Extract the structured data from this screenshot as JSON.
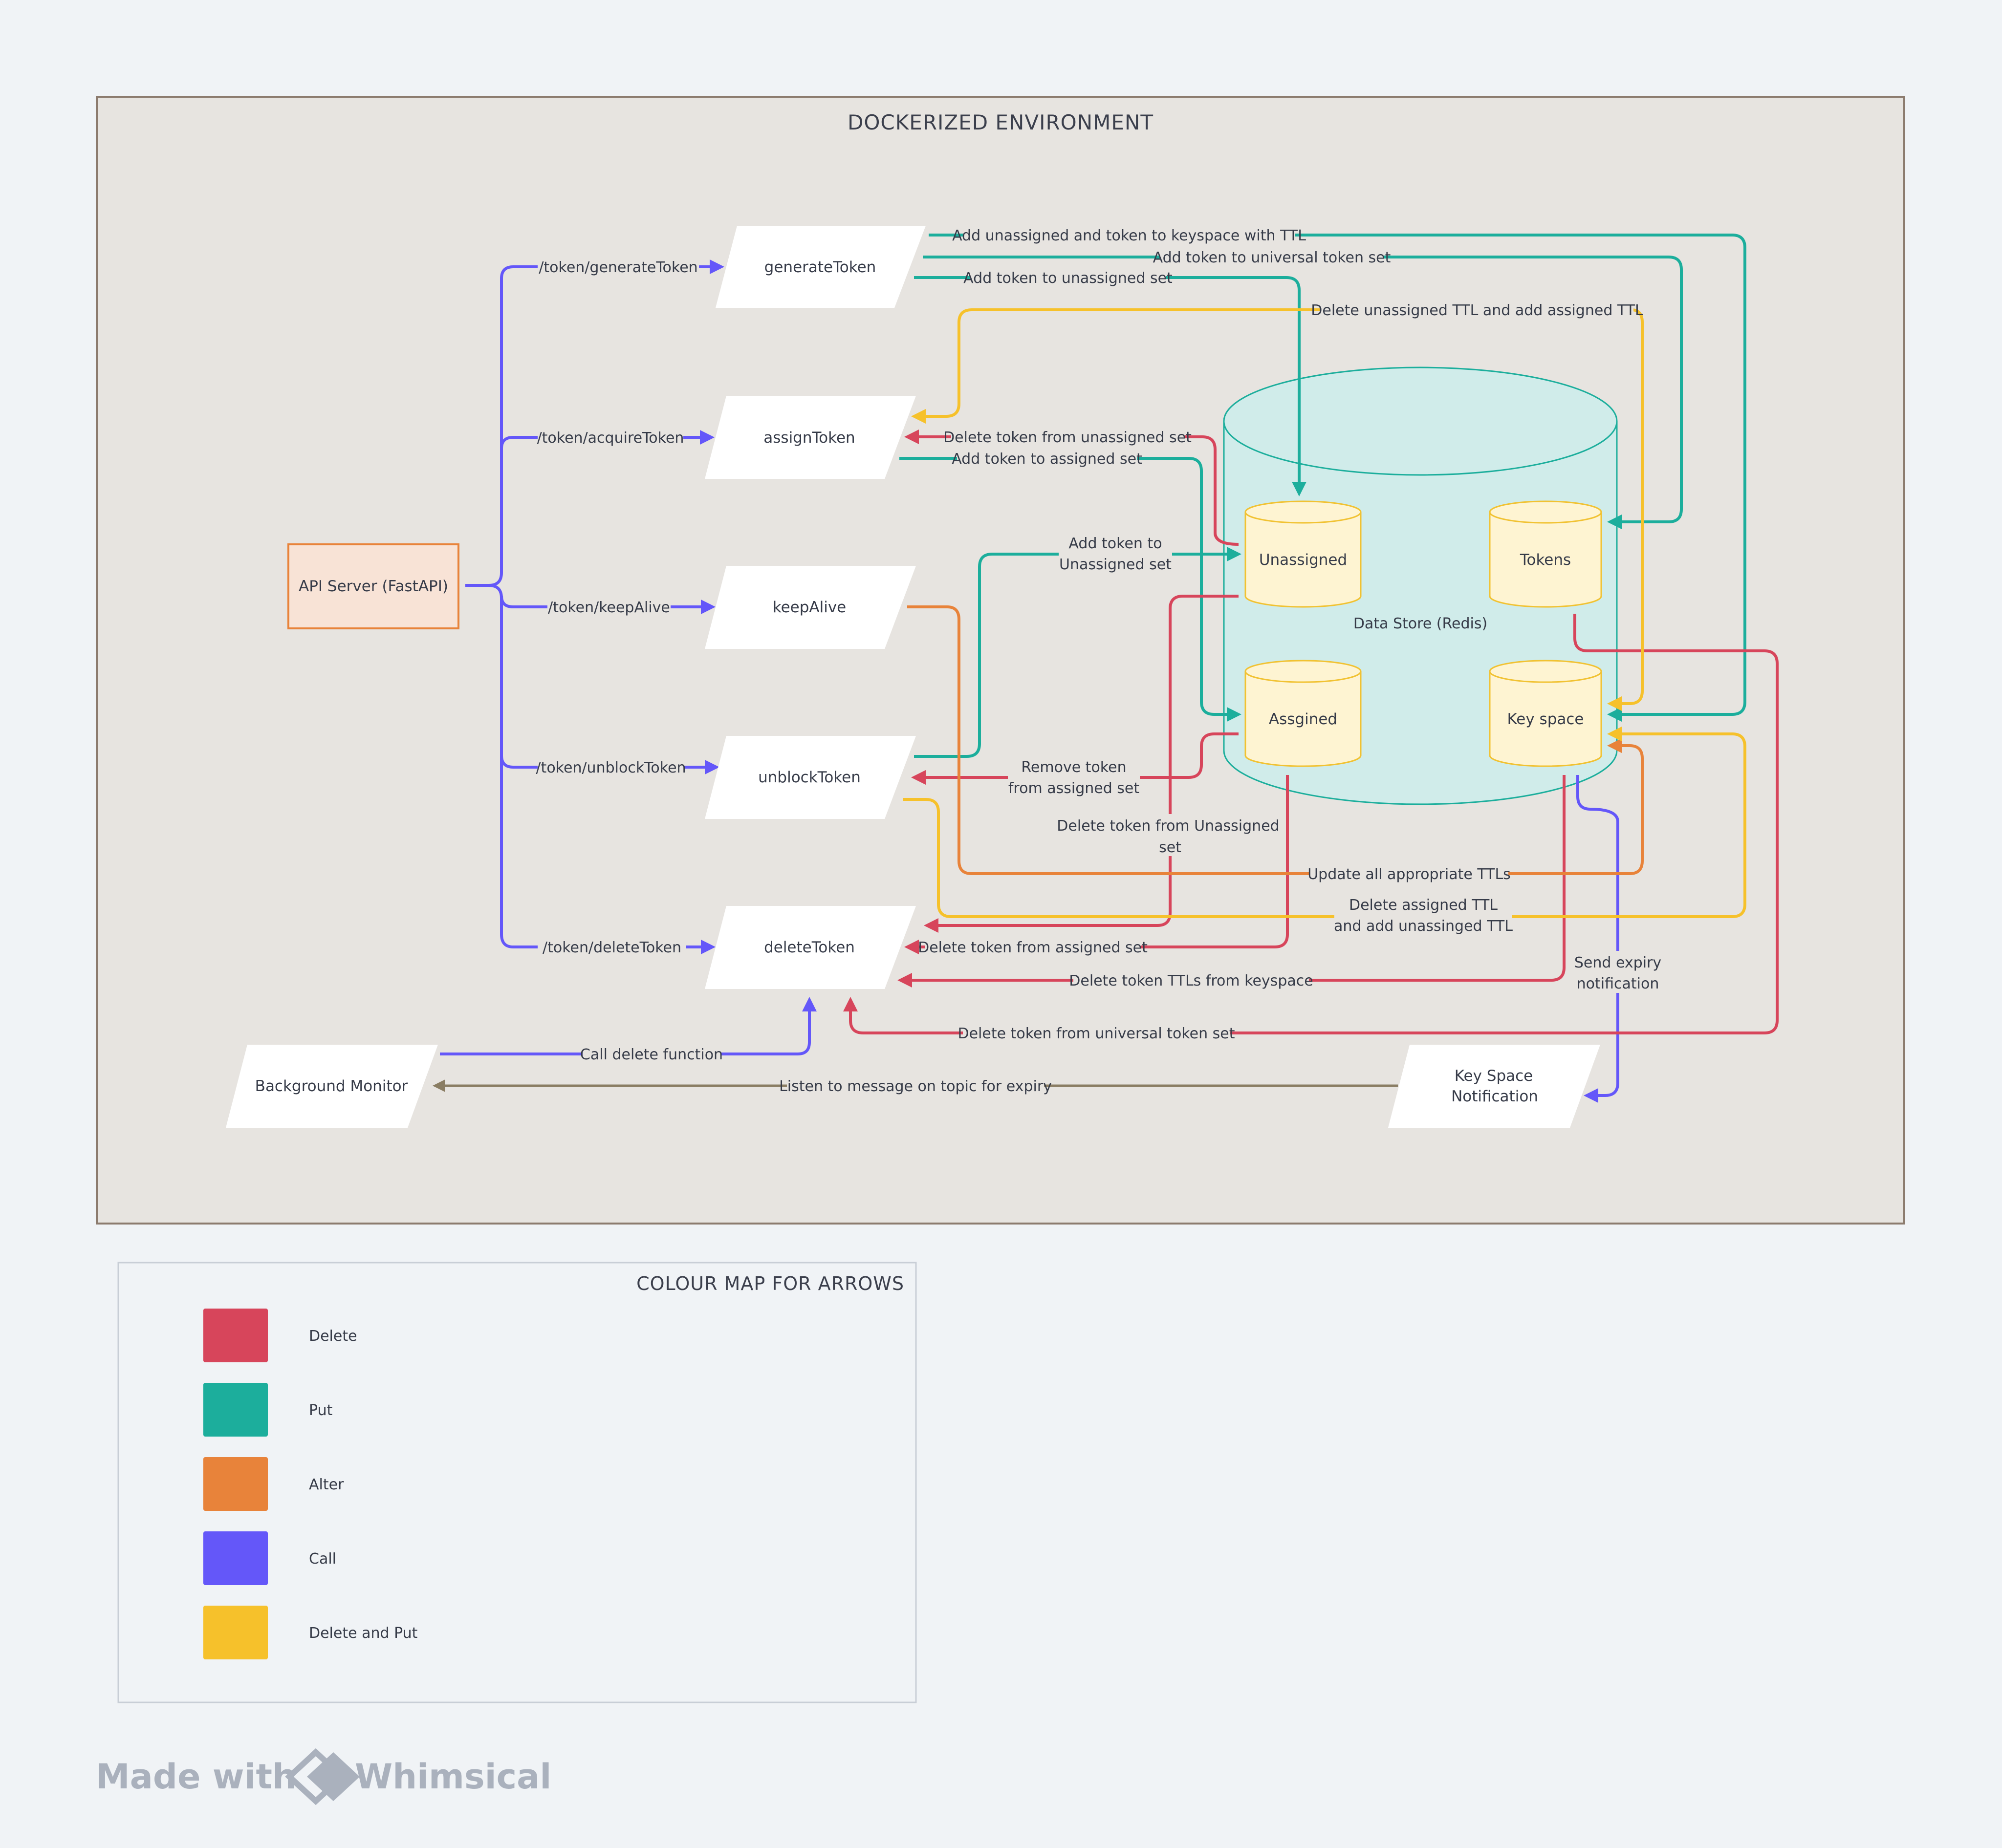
{
  "environment": {
    "title": "DOCKERIZED ENVIRONMENT"
  },
  "nodes": {
    "api_server": "API Server (FastAPI)",
    "generate_token": "generateToken",
    "assign_token": "assignToken",
    "keep_alive": "keepAlive",
    "unblock_token": "unblockToken",
    "delete_token": "deleteToken",
    "background_monitor": "Background Monitor",
    "key_space_notification": [
      "Key Space",
      "Notification"
    ],
    "data_store": "Data Store (Redis)",
    "unassigned": "Unassigned",
    "tokens": "Tokens",
    "assigned": "Assgined",
    "key_space": "Key space"
  },
  "routes": {
    "generate": "/token/generateToken",
    "acquire": "/token/acquireToken",
    "keep_alive": "/token/keepAlive",
    "unblock": "/token/unblockToken",
    "delete": "/token/deleteToken"
  },
  "edge_labels": {
    "add_unassigned_keyspace_ttl": "Add unassigned and token to keyspace with TTL",
    "add_universal": "Add token to universal token set",
    "add_unassigned_set": "Add token to unassigned set",
    "delete_unassigned_ttl_add_assigned": "Delete unassigned TTL and add assigned TTL",
    "delete_from_unassigned": "Delete token from unassigned set",
    "add_assigned_set": "Add token to assigned set",
    "add_to_unassigned_set": [
      "Add token to",
      "Unassigned set"
    ],
    "remove_from_assigned": [
      "Remove token",
      "from assigned set"
    ],
    "delete_from_unassigned_set": [
      "Delete token from Unassigned",
      "set"
    ],
    "update_ttls": "Update all appropriate TTLs",
    "delete_assigned_ttl": [
      "Delete assigned TTL",
      "and add unassinged TTL"
    ],
    "delete_from_assigned": "Delete token from assigned set",
    "send_expiry": [
      "Send expiry",
      "notification"
    ],
    "delete_ttls_keyspace": "Delete token TTLs from keyspace",
    "delete_from_universal": "Delete token from universal token set",
    "call_delete": "Call delete function",
    "listen_topic": "Listen to message on topic for expiry"
  },
  "legend": {
    "title": "COLOUR MAP FOR ARROWS",
    "items": [
      {
        "label": "Delete",
        "color": "#d7455b"
      },
      {
        "label": "Put",
        "color": "#1cae9c"
      },
      {
        "label": "Alter",
        "color": "#e8833a"
      },
      {
        "label": "Call",
        "color": "#6457f9"
      },
      {
        "label": "Delete and Put",
        "color": "#f6c12b"
      }
    ]
  },
  "colors": {
    "delete": "#d7455b",
    "put": "#1cae9c",
    "alter": "#e8833a",
    "call": "#6457f9",
    "delete_and_put": "#f6c12b",
    "listen": "#8a7d63",
    "frame_bg": "#e7e4e0",
    "store_bg": "#d0ecea",
    "db_fill": "#fef4d2",
    "db_stroke": "#f1c232",
    "api_fill": "#f8e3d6",
    "api_stroke": "#e8833a"
  },
  "watermark": {
    "made_with": "Made with",
    "brand": "Whimsical"
  }
}
